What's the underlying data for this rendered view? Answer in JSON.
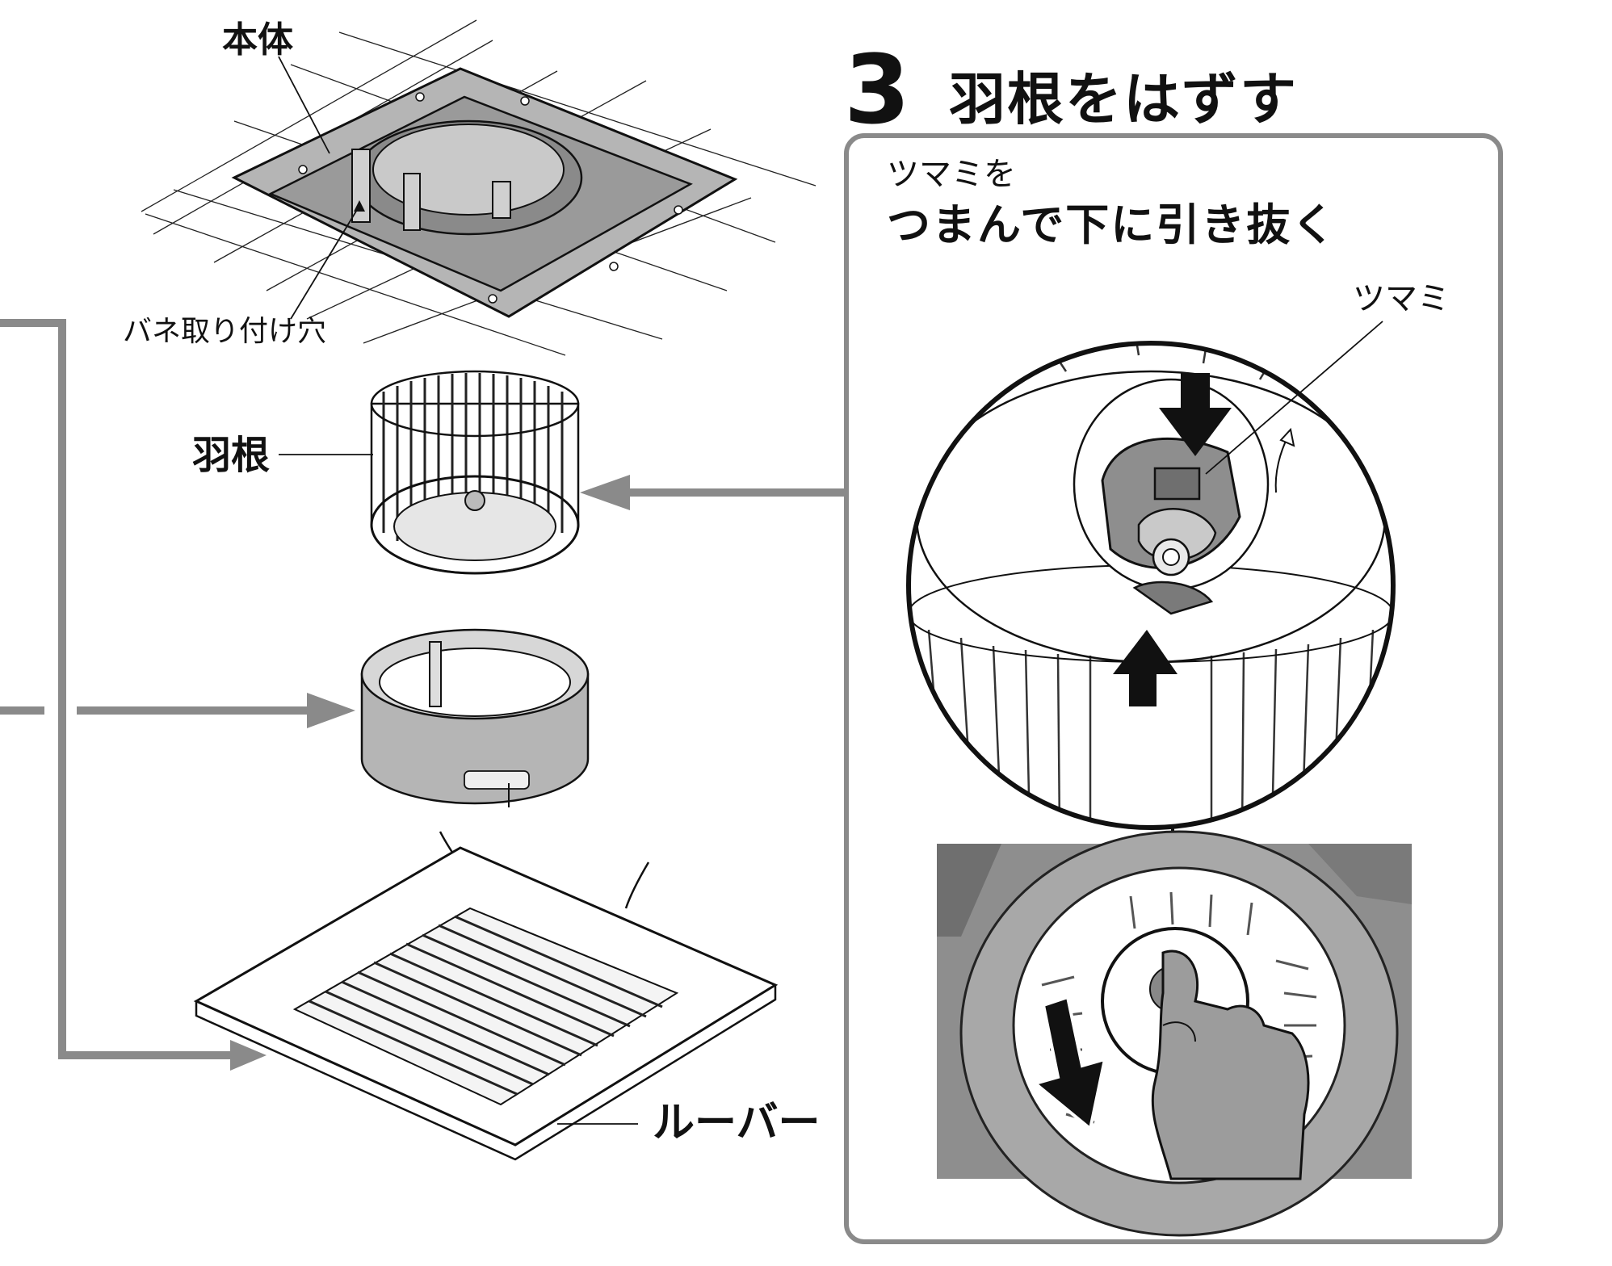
{
  "step": {
    "number": "3",
    "title": "羽根をはずす",
    "instruction_line1": "ツマミを",
    "instruction_line2": "つまんで下に引き抜く"
  },
  "labels": {
    "tsumami": "ツマミ",
    "hontai": "本体",
    "spring_hole": "バネ取り付け穴",
    "hane": "羽根",
    "louver": "ルーバー"
  },
  "colors": {
    "frame_gray": "#8a8a8a",
    "part_gray": "#b5b5b5",
    "photo_gray": "#8e8e8e",
    "ink": "#111111"
  }
}
